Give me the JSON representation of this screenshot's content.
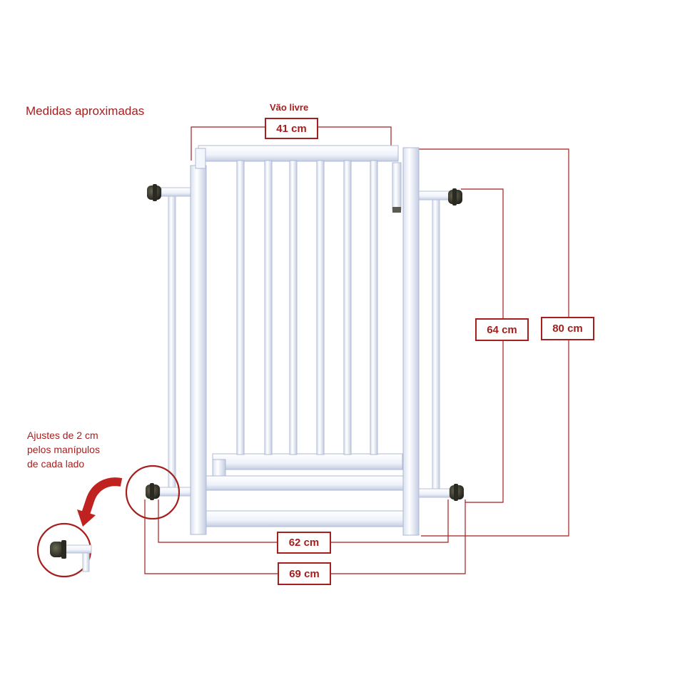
{
  "notes": {
    "approx_measures": "Medidas aproximadas",
    "free_span_label": "Vão livre",
    "adjust_line1": "Ajustes de 2 cm",
    "adjust_line2": "pelos manípulos",
    "adjust_line3": "de cada lado"
  },
  "dimensions": {
    "free_span": "41 cm",
    "height_inner": "64 cm",
    "height_total": "80 cm",
    "width_min": "62 cm",
    "width_max": "69 cm"
  },
  "colors": {
    "annotation": "#a51f1f",
    "gate_white": "#f4f7fd",
    "gate_shadow": "#c9d2e6",
    "knob": "#3a3a30"
  }
}
